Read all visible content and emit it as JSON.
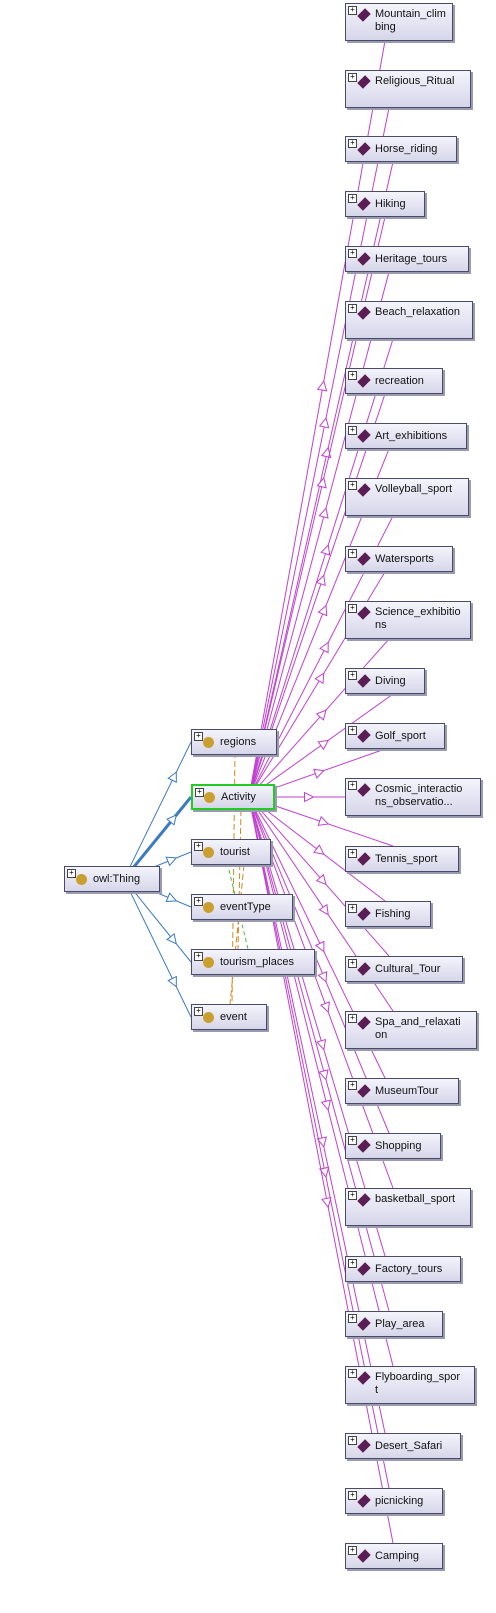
{
  "root": {
    "label": "owl:Thing",
    "expander": "+"
  },
  "classes": [
    {
      "id": "regions",
      "label": "regions"
    },
    {
      "id": "activity",
      "label": "Activity"
    },
    {
      "id": "tourist",
      "label": "tourist"
    },
    {
      "id": "eventtype",
      "label": "eventType"
    },
    {
      "id": "tourism-places",
      "label": "tourism_places"
    },
    {
      "id": "event",
      "label": "event"
    }
  ],
  "individuals": [
    {
      "label": "Mountain_climbi\nng"
    },
    {
      "label": "Religious_Ritua\nl"
    },
    {
      "label": "Horse_riding"
    },
    {
      "label": "Hiking"
    },
    {
      "label": "Heritage_tours"
    },
    {
      "label": "Beach_relaxatio\nn"
    },
    {
      "label": "recreation"
    },
    {
      "label": "Art_exhibitions"
    },
    {
      "label": "Volleyball_spor\nt"
    },
    {
      "label": "Watersports"
    },
    {
      "label": "Science_exhibit\nions"
    },
    {
      "label": "Diving"
    },
    {
      "label": "Golf_sport"
    },
    {
      "label": "Cosmic_interact\nions_observatio..."
    },
    {
      "label": "Tennis_sport"
    },
    {
      "label": "Fishing"
    },
    {
      "label": "Cultural_Tour"
    },
    {
      "label": "Spa_and_relaxat\nion"
    },
    {
      "label": "MuseumTour"
    },
    {
      "label": "Shopping"
    },
    {
      "label": "basketball_spor\nt"
    },
    {
      "label": "Factory_tours"
    },
    {
      "label": "Play_area"
    },
    {
      "label": "Flyboarding_spo\nrt"
    },
    {
      "label": "Desert_Safari"
    },
    {
      "label": "picnicking"
    },
    {
      "label": "Camping"
    }
  ],
  "colors": {
    "subclass_edge": "#3b7bbf",
    "instance_edge": "#c040d0",
    "selected_border": "#22cc22",
    "class_icon": "#c9a030",
    "individual_icon": "#5a1e55",
    "dashed_orange": "#d08a20",
    "dashed_green": "#40c040"
  }
}
